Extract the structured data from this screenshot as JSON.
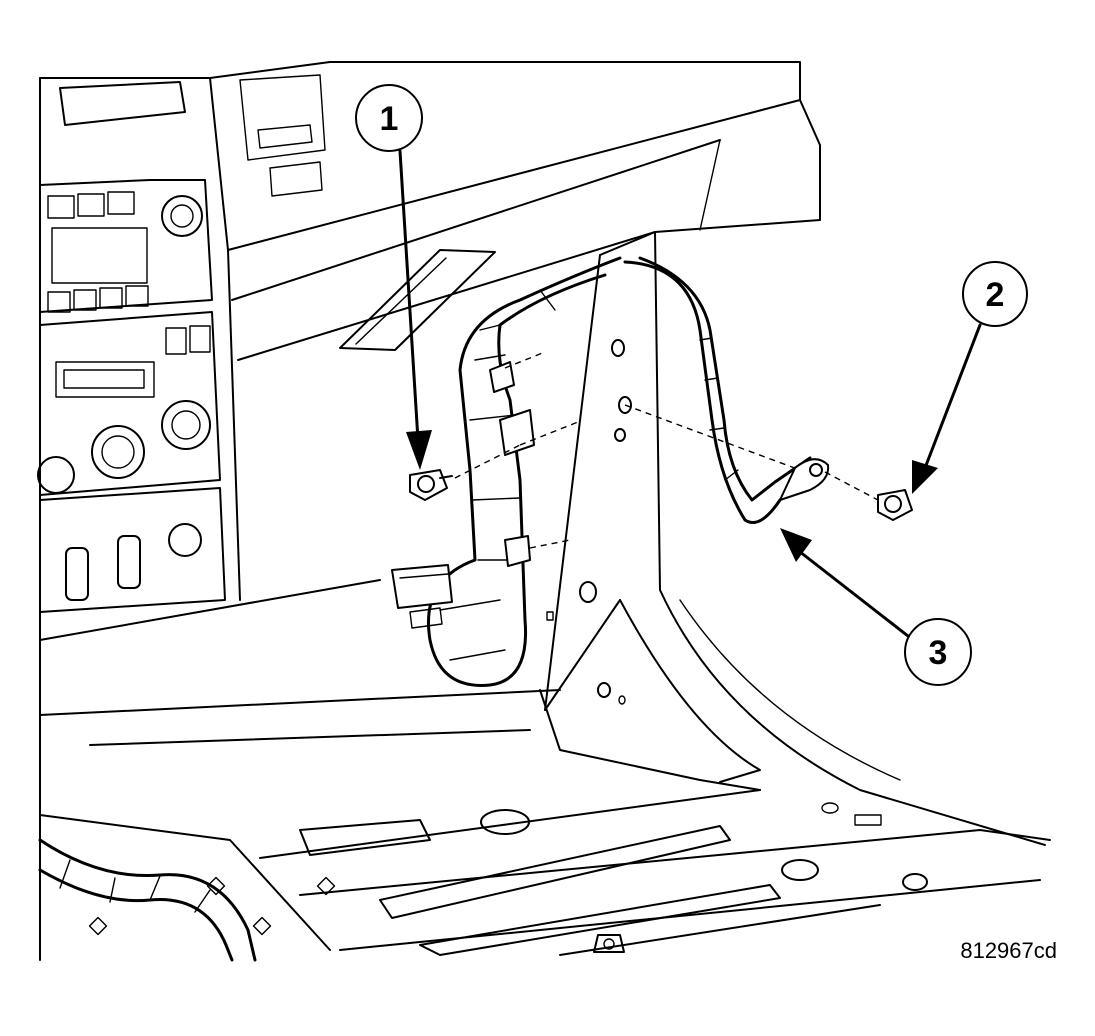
{
  "figure": {
    "id_label": "812967cd",
    "callouts": [
      {
        "number": "1",
        "target": "bolt"
      },
      {
        "number": "2",
        "target": "bolt"
      },
      {
        "number": "3",
        "target": "wiring-harness"
      }
    ]
  }
}
